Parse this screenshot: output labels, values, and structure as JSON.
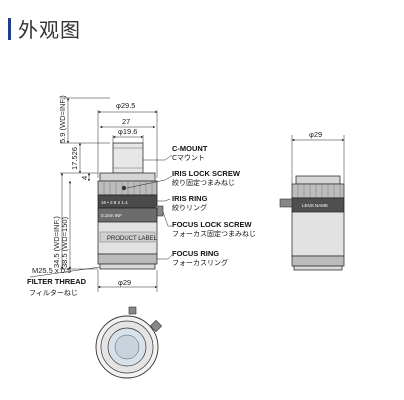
{
  "header": {
    "title": "外观图"
  },
  "dims": {
    "dia_top": "φ29.5",
    "width_top": "27",
    "dia_inner": "φ19.6",
    "len_top": "5.9 (WD=INF.)",
    "len_mid": "17.526",
    "len_small": "4",
    "len_lower1": "34.5 (WD=INF.)",
    "len_lower2": "38.5 (WD=150)",
    "dia_bottom": "φ29",
    "dia_side": "φ29",
    "thread": "M25.5 x 0.5"
  },
  "labels": {
    "cmount_en": "C-MOUNT",
    "cmount_jp": "Cマウント",
    "iris_lock_en": "IRIS LOCK SCREW",
    "iris_lock_jp": "絞り固定つまみねじ",
    "iris_ring_en": "IRIS RING",
    "iris_ring_jp": "絞りリング",
    "focus_lock_en": "FOCUS LOCK SCREW",
    "focus_lock_jp": "フォーカス固定つまみねじ",
    "focus_ring_en": "FOCUS RING",
    "focus_ring_jp": "フォーカスリング",
    "filter_en": "FILTER THREAD",
    "filter_jp": "フィルターねじ",
    "product_label": "PRODUCT LABEL"
  },
  "scale": {
    "iris_scale": "16 • 2.8 2 1.4",
    "focus_scale": "0.15m  INF",
    "side_label": "LENS NAME"
  }
}
